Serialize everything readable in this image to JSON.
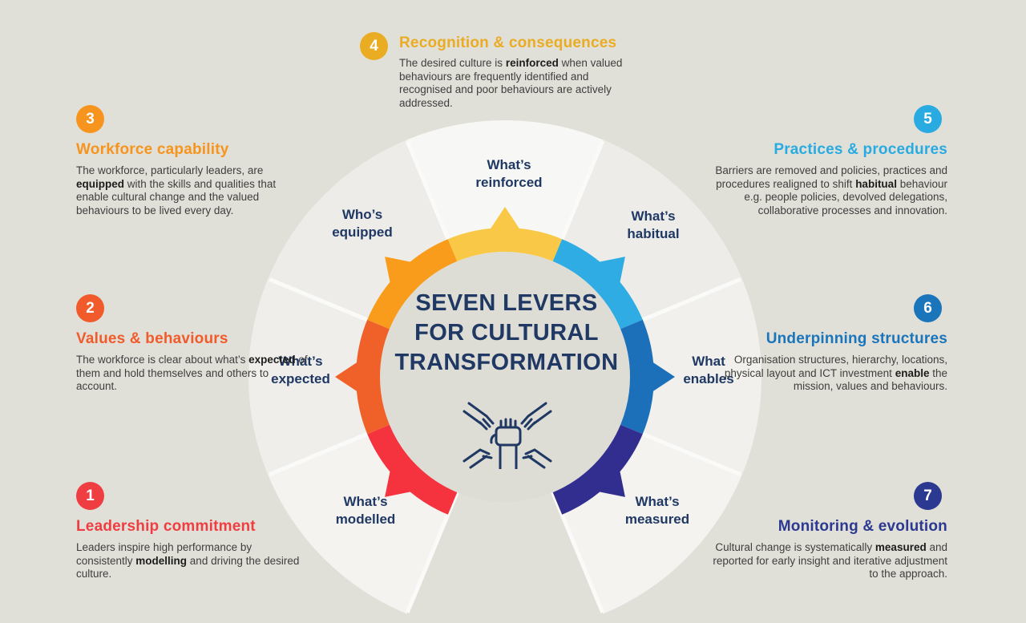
{
  "palette": {
    "background": "#E1E0D8",
    "navy": "#1F3864",
    "center_disc": "#DEDDD5",
    "divider_white": "#FAFAF8",
    "body_text": "#3E3E3E",
    "bold_text": "#1C1C1C"
  },
  "title": {
    "line1": "SEVEN LEVERS",
    "line2": "FOR CULTURAL",
    "line3": "TRANSFORMATION"
  },
  "icons": {
    "center": "hands-together-icon"
  },
  "ring": {
    "segments": [
      {
        "number": "1",
        "label_line1": "What’s",
        "label_line2": "modelled",
        "color": "#F5333F",
        "sector_shade": "#F4F3F0"
      },
      {
        "number": "2",
        "label_line1": "What’s",
        "label_line2": "expected",
        "color": "#F0612A",
        "sector_shade": "#EFEEEA"
      },
      {
        "number": "3",
        "label_line1": "Who’s",
        "label_line2": "equipped",
        "color": "#F99C1B",
        "sector_shade": "#EDECE8"
      },
      {
        "number": "4",
        "label_line1": "What’s",
        "label_line2": "reinforced",
        "color": "#F9C847",
        "sector_shade": "#F7F7F5"
      },
      {
        "number": "5",
        "label_line1": "What’s",
        "label_line2": "habitual",
        "color": "#2EACE3",
        "sector_shade": "#EDECE8"
      },
      {
        "number": "6",
        "label_line1": "What",
        "label_line2": "enables",
        "color": "#1C70B9",
        "sector_shade": "#F1F0EC"
      },
      {
        "number": "7",
        "label_line1": "What’s",
        "label_line2": "measured",
        "color": "#312E90",
        "sector_shade": "#F4F3F0"
      }
    ]
  },
  "cards": [
    {
      "number": "1",
      "color": "#EF3E42",
      "title": "Leadership commitment",
      "body_pre": "Leaders inspire high performance by consistently ",
      "body_bold": "modelling",
      "body_post": " and driving the desired culture."
    },
    {
      "number": "2",
      "color": "#F15B2B",
      "title": "Values & behaviours",
      "body_pre": "The workforce is clear about what’s ",
      "body_bold": "expected",
      "body_post": " of them and hold themselves and others to account."
    },
    {
      "number": "3",
      "color": "#F7941E",
      "title": "Workforce capability",
      "body_pre": "The workforce, particularly leaders, are ",
      "body_bold": "equipped",
      "body_post": " with the skills and qualities that enable cultural change and the valued behaviours to be lived every day."
    },
    {
      "number": "4",
      "color": "#EAAC23",
      "title": "Recognition & consequences",
      "body_pre": "The desired culture is ",
      "body_bold": "reinforced",
      "body_post": " when valued behaviours are frequently identified and recognised and poor behaviours are actively addressed."
    },
    {
      "number": "5",
      "color": "#29ABE2",
      "title": "Practices & procedures",
      "body_pre": "Barriers are removed and policies, practices and procedures realigned to shift ",
      "body_bold": "habitual",
      "body_post": " behaviour e.g. people policies, devolved delegations, collaborative processes and innovation."
    },
    {
      "number": "6",
      "color": "#1B75BB",
      "title": "Underpinning structures",
      "body_pre": "Organisation structures, hierarchy, locations, physical layout and ICT investment ",
      "body_bold": "enable",
      "body_post": " the mission, values and behaviours."
    },
    {
      "number": "7",
      "color": "#2B3990",
      "title": "Monitoring & evolution",
      "body_pre": "Cultural change is systematically ",
      "body_bold": "measured",
      "body_post": " and reported for early insight and iterative adjustment to the approach."
    }
  ]
}
